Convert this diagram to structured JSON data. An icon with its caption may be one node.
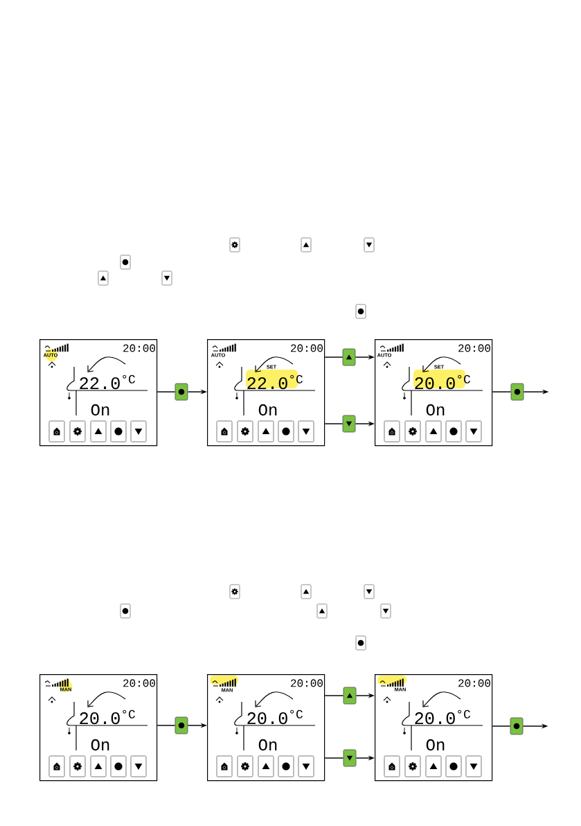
{
  "diagram": {
    "nodes": [
      {
        "text": [
          "AUTO",
          "20:00",
          "22.0$^{°C}$",
          "On"
        ]
      },
      {
        "text": [],
        "shape": "box"
      },
      {
        "text": [
          "AUTO",
          "20:00",
          "SET",
          "22.0$^{°C}$",
          "On"
        ]
      },
      {
        "text": [],
        "shape": "box"
      },
      {
        "text": [],
        "shape": "box"
      },
      {
        "text": [
          "AUTO",
          "20:00",
          "SET",
          "20.0$^{°C}$",
          "On"
        ]
      },
      {
        "text": [],
        "shape": "box"
      },
      {
        "text": [
          "MAN",
          "20:00",
          "20.0$^{°C}$",
          "On"
        ]
      },
      {
        "text": [],
        "shape": "box"
      },
      {
        "text": [
          "MAN",
          "20:00",
          "20.0$^{°C}$",
          "On"
        ]
      },
      {
        "text": [],
        "shape": "box"
      },
      {
        "text": [],
        "shape": "box"
      },
      {
        "text": [
          "MAN",
          "20:00",
          "20.0$^{°C}$",
          "On"
        ]
      },
      {
        "text": [],
        "shape": "box"
      }
    ],
    "edges": [
      {
        "from": 0,
        "to": 1,
        "arrow": "none"
      },
      {
        "from": 1,
        "to": 2,
        "arrow": "to"
      },
      {
        "from": 2,
        "to": 3,
        "arrow": "none"
      },
      {
        "from": 3,
        "to": 5,
        "arrow": "to"
      },
      {
        "from": 2,
        "to": 4,
        "arrow": "none"
      },
      {
        "from": 4,
        "to": 5,
        "arrow": "to"
      },
      {
        "from": 5,
        "to": 6,
        "arrow": "none"
      },
      {
        "from": 6,
        "to": null,
        "arrow": "to"
      },
      {
        "from": 7,
        "to": 8,
        "arrow": "none"
      },
      {
        "from": 8,
        "to": 9,
        "arrow": "to"
      },
      {
        "from": 9,
        "to": 10,
        "arrow": "none"
      },
      {
        "from": 10,
        "to": 12,
        "arrow": "to"
      },
      {
        "from": 9,
        "to": 11,
        "arrow": "none"
      },
      {
        "from": 11,
        "to": 12,
        "arrow": "to"
      },
      {
        "from": 12,
        "to": 13,
        "arrow": "none"
      },
      {
        "from": 13,
        "to": null,
        "arrow": "to"
      }
    ]
  }
}
